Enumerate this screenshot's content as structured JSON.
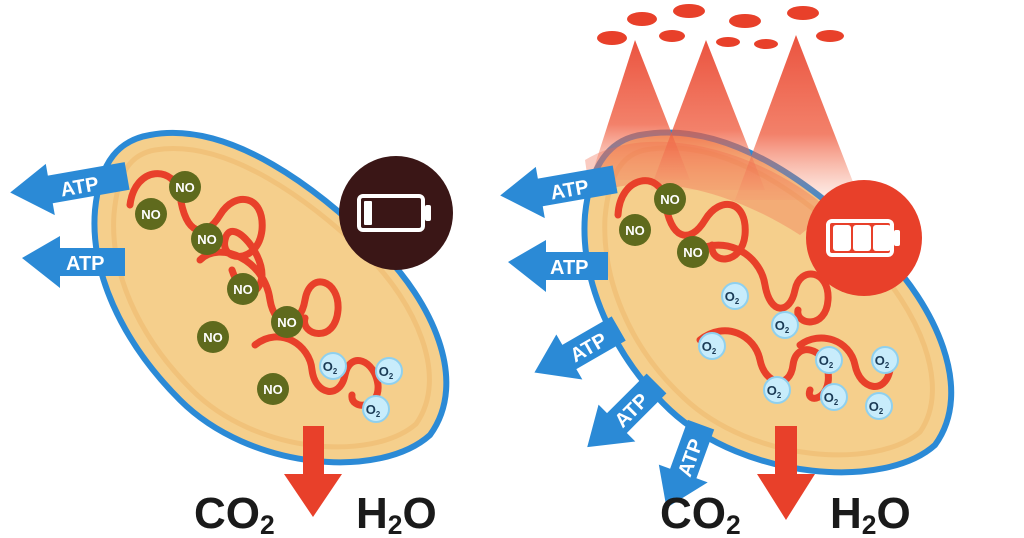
{
  "colors": {
    "membrane_fill": "#f5cf8c",
    "membrane_stroke": "#2b8ad6",
    "cristae": "#e8402a",
    "no_dot": "#5f6a1d",
    "o2_dot": "#c8ecfb",
    "atp": "#2b8ad6",
    "arrow_down": "#e8402a",
    "battery_low_bg": "#3a1616",
    "battery_full_bg": "#e8402a",
    "light": "#e8402a"
  },
  "left_panel": {
    "atp_labels": [
      "ATP",
      "ATP"
    ],
    "no_labels": [
      "NO",
      "NO",
      "NO",
      "NO",
      "NO",
      "NO",
      "NO"
    ],
    "o2_label_main": "O",
    "o2_label_sub": "2",
    "o2_count": 3,
    "battery_icon": "battery-low-icon",
    "battery_level": 0.15,
    "products": {
      "co2_main": "CO",
      "co2_sub": "2",
      "h2o_pre": "H",
      "h2o_sub": "2",
      "h2o_post": "O"
    }
  },
  "right_panel": {
    "atp_labels": [
      "ATP",
      "ATP",
      "ATP",
      "ATP",
      "ATP"
    ],
    "no_labels": [
      "NO",
      "NO",
      "NO"
    ],
    "o2_label_main": "O",
    "o2_label_sub": "2",
    "o2_count": 8,
    "battery_icon": "battery-full-icon",
    "battery_level": 1.0,
    "light_icon": "red-light-icon",
    "products": {
      "co2_main": "CO",
      "co2_sub": "2",
      "h2o_pre": "H",
      "h2o_sub": "2",
      "h2o_post": "O"
    }
  }
}
